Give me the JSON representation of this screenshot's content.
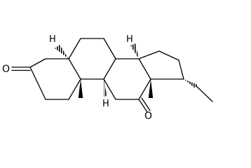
{
  "diagram": {
    "type": "structural-formula",
    "colors": {
      "bond": "#000000",
      "background": "#ffffff"
    },
    "atom_labels": {
      "oxygen_ring_a": "O",
      "oxygen_ring_c": "O",
      "hydrogen_c5": "H",
      "hydrogen_c14": "H",
      "hydrogen_c9": "H"
    }
  }
}
